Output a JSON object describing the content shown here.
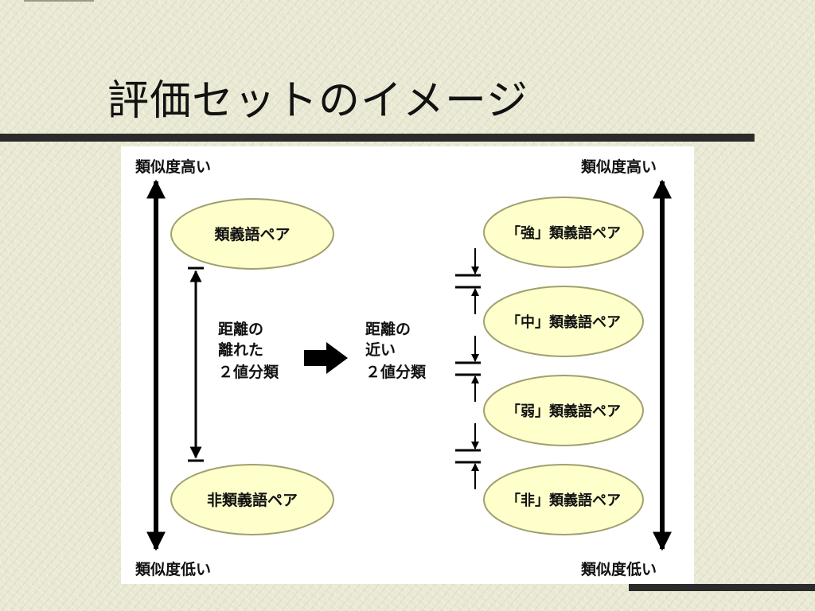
{
  "slide": {
    "title": "評価セットのイメージ"
  },
  "diagram": {
    "left": {
      "top_label": "類似度高い",
      "bottom_label": "類似度低い",
      "pairs": [
        "類義語ペア",
        "非類義語ペア"
      ],
      "distance_text": [
        "距離の",
        "離れた",
        "２値分類"
      ]
    },
    "middle": {
      "distance_text": [
        "距離の",
        "近い",
        "２値分類"
      ]
    },
    "right": {
      "top_label": "類似度高い",
      "bottom_label": "類似度低い",
      "pairs": [
        "「強」類義語ペア",
        "「中」類義語ペア",
        "「弱」類義語ペア",
        "「非」類義語ペア"
      ]
    },
    "colors": {
      "ellipse_fill": "#ffffcc",
      "ellipse_stroke": "#a0a070",
      "arrow": "#000000"
    }
  }
}
